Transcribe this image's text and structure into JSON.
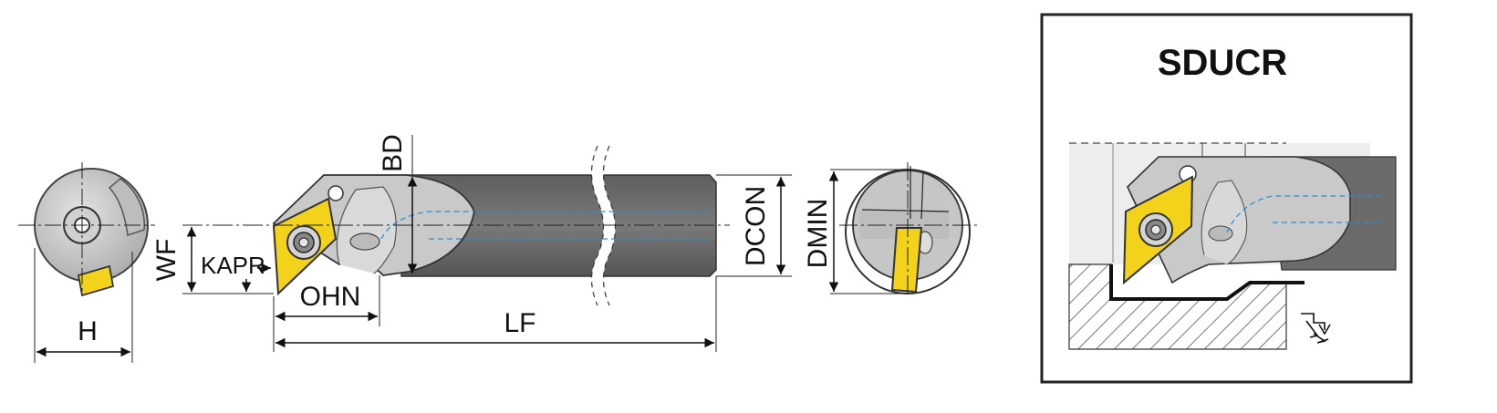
{
  "panel": {
    "title": "SDUCR"
  },
  "dimensions": {
    "h": "H",
    "wf": "WF",
    "kapr": "KAPR",
    "ohn": "OHN",
    "lf": "LF",
    "bd": "BD",
    "dcon": "DCON",
    "dmin": "DMIN"
  },
  "colors": {
    "insert_yellow": "#f2d21a",
    "body_light": "#c8c8c8",
    "shank_dark": "#6b6b6b",
    "coolant_blue": "#2a8fd6"
  }
}
